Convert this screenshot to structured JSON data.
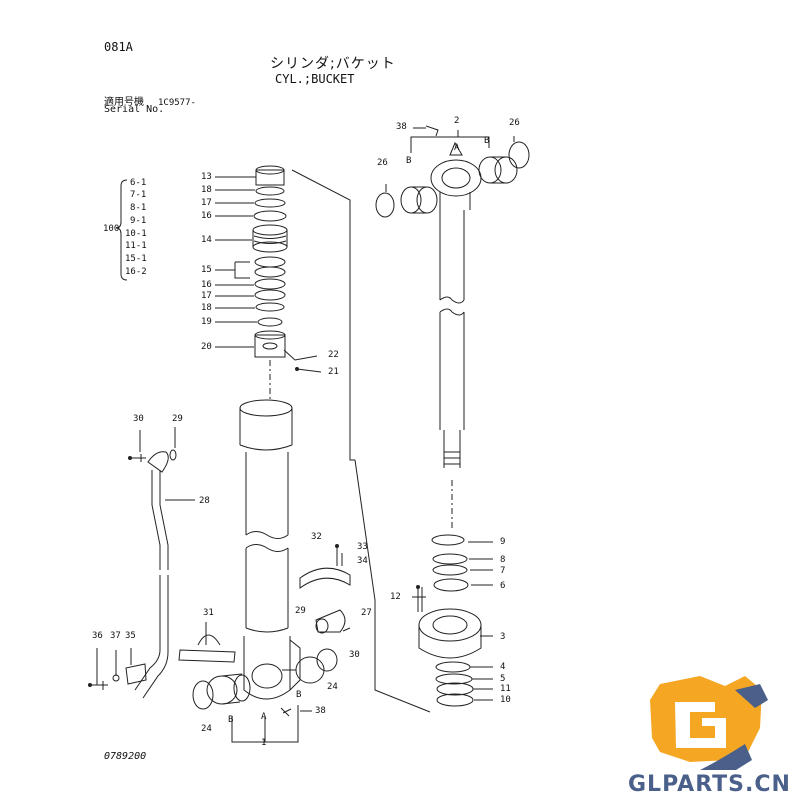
{
  "header": {
    "page_code": "081A",
    "title_jp": "シリンダ;バケット",
    "title_en": "CYL.;BUCKET",
    "applicable_jp": "適用号機",
    "serial_label": "Serial No.",
    "serial_value": "1C9577-"
  },
  "kit": {
    "number": "100",
    "items": [
      "6-1",
      "7-1",
      "8-1",
      "9-1",
      "10-1",
      "11-1",
      "15-1",
      "16-2"
    ]
  },
  "callouts": {
    "c13": "13",
    "c18a": "18",
    "c17a": "17",
    "c16a": "16",
    "c14": "14",
    "c15": "15",
    "c16b": "16",
    "c17b": "17",
    "c18b": "18",
    "c19": "19",
    "c20": "20",
    "c22": "22",
    "c21": "21",
    "c30a": "30",
    "c29a": "29",
    "c28": "28",
    "c32": "32",
    "c33": "33",
    "c34": "34",
    "c29b": "29",
    "c27": "27",
    "c31": "31",
    "c30b": "30",
    "c36": "36",
    "c37": "37",
    "c35": "35",
    "c24a": "24",
    "c24b": "24",
    "cB1": "B",
    "cA1": "A",
    "c38b": "38",
    "c1": "1",
    "cB2": "B",
    "c38a": "38",
    "c2": "2",
    "cA2": "A",
    "cB3": "B",
    "cB4": "B",
    "c26a": "26",
    "c26b": "26",
    "c9": "9",
    "c8": "8",
    "c7": "7",
    "c6": "6",
    "c12": "12",
    "c3": "3",
    "c4": "4",
    "c5": "5",
    "c11": "11",
    "c10": "10"
  },
  "footer": {
    "drawing_no": "0789200"
  },
  "logo": {
    "text": "GLPARTS.CN",
    "color_orange": "#f5a623",
    "color_blue": "#4a5f8a"
  }
}
